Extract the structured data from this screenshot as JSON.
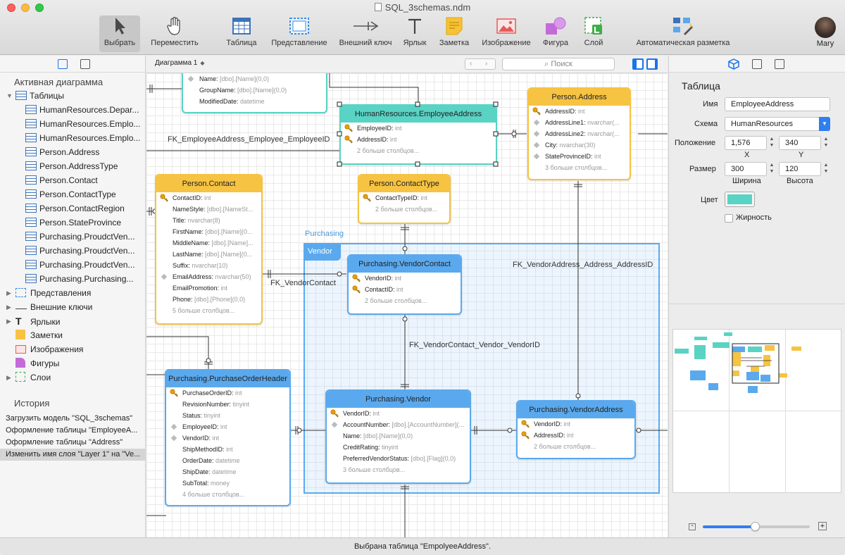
{
  "window": {
    "title": "SQL_3schemas.ndm",
    "user": "Mary",
    "status": "Выбрана таблица \"EmpolyeeAddress\"."
  },
  "toolbar": {
    "select": "Выбрать",
    "move": "Переместить",
    "table": "Таблица",
    "view": "Представление",
    "fk": "Внешний ключ",
    "label": "Ярлык",
    "note": "Заметка",
    "image": "Изображение",
    "shape": "Фигура",
    "layer": "Слой",
    "autolayout": "Автоматическая разметка"
  },
  "left": {
    "active": "Активная диаграмма",
    "tables_title": "Таблицы",
    "tables": [
      "HumanResources.Depar...",
      "HumanResources.Emplo...",
      "HumanResources.Emplo...",
      "Person.Address",
      "Person.AddressType",
      "Person.Contact",
      "Person.ContactType",
      "Person.ContactRegion",
      "Person.StateProvince",
      "Purchasing.ProudctVen...",
      "Purchasing.ProudctVen...",
      "Purchasing.ProudctVen...",
      "Purchasing.Purchasing..."
    ],
    "groups": [
      "Представления",
      "Внешние ключи",
      "Ярлыки",
      "Заметки",
      "Изображения",
      "Фигуры",
      "Слои"
    ],
    "history_title": "История",
    "history": [
      "Загрузить модель \"SQL_3schemas\"",
      "Оформление таблицы \"EmployeeA...",
      "Оформление таблицы \"Address\"",
      "Изменить имя слоя \"Layer 1\" на \"Ve..."
    ]
  },
  "canvasbar": {
    "diagram": "Диаграмма 1",
    "search_placeholder": "Поиск"
  },
  "canvas": {
    "fk_labels": [
      "FK_EmployeeAddress_Employee_EmployeeID",
      "FK_VendorContact",
      "FK_VendorAddress_Address_AddressID",
      "FK_VendorContact_Vendor_VendorID"
    ],
    "group_label": "Purchasing",
    "layer_label": "Vendor",
    "top_table": {
      "cols": [
        [
          "Name:",
          "[dbo].[Name](0,0)"
        ],
        [
          "GroupName:",
          "[dbo].[Name](0,0)"
        ],
        [
          "ModifiedDate:",
          "datetime"
        ]
      ]
    },
    "emp_addr": {
      "name": "HumanResources.EmployeeAddress",
      "cols": [
        [
          "EmployeeID:",
          "int"
        ],
        [
          "AddressID:",
          "int"
        ]
      ],
      "more": "2 больше столбцов..."
    },
    "address": {
      "name": "Person.Address",
      "cols": [
        [
          "AddressID:",
          "int"
        ],
        [
          "AddressLine1:",
          "nvarchar(..."
        ],
        [
          "AddressLine2:",
          "nvarchar(..."
        ],
        [
          "City:",
          "nvarchar(30)"
        ],
        [
          "StateProvinceID:",
          "int"
        ]
      ],
      "more": "3 больше столбцов..."
    },
    "contact": {
      "name": "Person.Contact",
      "cols": [
        [
          "ContactID:",
          "int"
        ],
        [
          "NameStyle:",
          "[dbo].[NameSt..."
        ],
        [
          "Title:",
          "nvarchar(8)"
        ],
        [
          "FirstName:",
          "[dbo].[Name](0..."
        ],
        [
          "MiddleName:",
          "[dbo].[Name]..."
        ],
        [
          "LastName:",
          "[dbo].[Name](0..."
        ],
        [
          "Suffix:",
          "nvarchar(10)"
        ],
        [
          "EmailAddress:",
          "nvarchar(50)"
        ],
        [
          "EmailPromotion:",
          "int"
        ],
        [
          "Phone:",
          "[dbo].[Phone](0,0)"
        ]
      ],
      "more": "5 больше столбцов..."
    },
    "contact_type": {
      "name": "Person.ContactType",
      "cols": [
        [
          "ContactTypeID:",
          "int"
        ]
      ],
      "more": "2 больше столбцов..."
    },
    "vendor_contact": {
      "name": "Purchasing.VendorContact",
      "cols": [
        [
          "VendorID:",
          "int"
        ],
        [
          "ContactID:",
          "int"
        ]
      ],
      "more": "2 больше столбцов..."
    },
    "poh": {
      "name": "Purchasing.PurchaseOrderHeader",
      "cols": [
        [
          "PurchaseOrderID:",
          "int"
        ],
        [
          "RevisionNumber:",
          "tinyint"
        ],
        [
          "Status:",
          "tinyint"
        ],
        [
          "EmployeeID:",
          "int"
        ],
        [
          "VendorID:",
          "int"
        ],
        [
          "ShipMethodID:",
          "int"
        ],
        [
          "OrderDate:",
          "datetime"
        ],
        [
          "ShipDate:",
          "datetime"
        ],
        [
          "SubTotal:",
          "money"
        ]
      ],
      "more": "4 больше столбцов..."
    },
    "vendor": {
      "name": "Purchasing.Vendor",
      "cols": [
        [
          "VendorID:",
          "int"
        ],
        [
          "AccountNumber:",
          "[dbo].[AccountNumber](..."
        ],
        [
          "Name:",
          "[dbo].[Name](0,0)"
        ],
        [
          "CreditRating:",
          "tinyint"
        ],
        [
          "PreferredVendorStatus:",
          "[dbo].[Flag](0,0)"
        ]
      ],
      "more": "3 больше столбцов..."
    },
    "vendor_addr": {
      "name": "Purchasing.VendorAddress",
      "cols": [
        [
          "VendorID:",
          "int"
        ],
        [
          "AddressID:",
          "int"
        ]
      ],
      "more": "2 больше столбцов..."
    }
  },
  "inspector": {
    "section": "Таблица",
    "name_label": "Имя",
    "name_value": "EmployeeAddress",
    "schema_label": "Схема",
    "schema_value": "HumanResources",
    "pos_label": "Положение",
    "pos_x": "1,576",
    "pos_y": "340",
    "x_label": "X",
    "y_label": "Y",
    "size_label": "Размер",
    "width": "300",
    "height": "120",
    "w_label": "Ширина",
    "h_label": "Высота",
    "color_label": "Цвет",
    "color": "#59d3c4",
    "bold_label": "Жирность"
  },
  "colors": {
    "yellow": "#f6c342",
    "teal": "#59d3c4",
    "blue": "#5aa9ee"
  }
}
